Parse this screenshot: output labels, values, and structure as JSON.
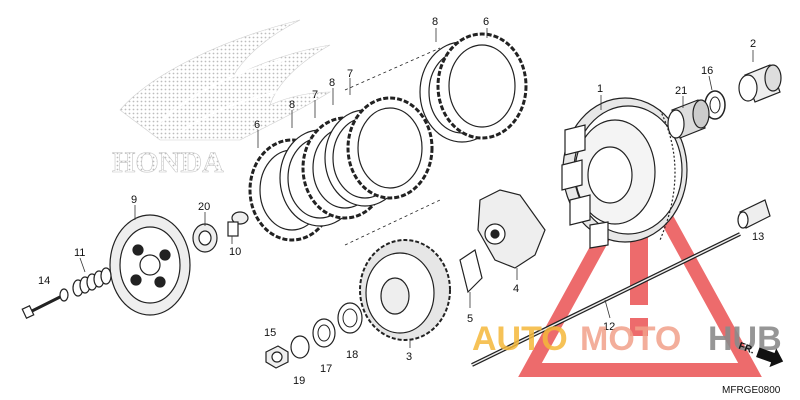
{
  "brand": {
    "logo_text": "HONDA"
  },
  "diagram_code": "MFRGE0800",
  "direction_marker": "FR.",
  "watermark": {
    "part1": "AUTO",
    "part2": "MOTO",
    "part3": "HUB",
    "colors": {
      "auto": "#f5b83a",
      "moto": "#f2a08a",
      "hub": "#8b8b8b",
      "triangle": "#e7393b"
    }
  },
  "callouts": [
    "1",
    "2",
    "3",
    "4",
    "5",
    "6",
    "6",
    "7",
    "7",
    "8",
    "8",
    "8",
    "9",
    "10",
    "11",
    "12",
    "13",
    "14",
    "15",
    "16",
    "17",
    "18",
    "19",
    "20",
    "21"
  ]
}
